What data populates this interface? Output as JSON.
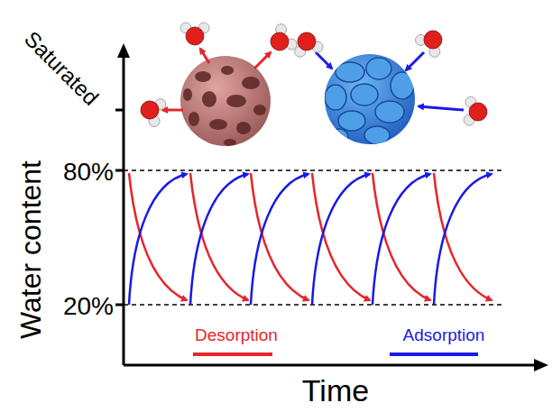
{
  "diagram": {
    "labels": [
      "Saturated",
      "80%",
      "20%",
      "Water content",
      "Time"
    ],
    "legend": [
      {
        "text": "Desorption"
      },
      {
        "text": "Adsorption"
      }
    ]
  }
}
